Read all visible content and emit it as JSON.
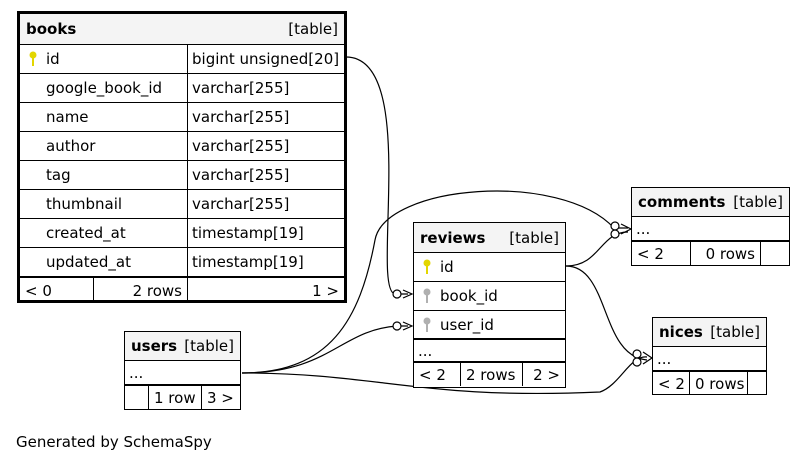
{
  "tables": {
    "books": {
      "name": "books",
      "kind": "[table]",
      "columns": [
        {
          "name": "id",
          "type": "bigint unsigned[20]",
          "key": "primary"
        },
        {
          "name": "google_book_id",
          "type": "varchar[255]",
          "key": ""
        },
        {
          "name": "name",
          "type": "varchar[255]",
          "key": ""
        },
        {
          "name": "author",
          "type": "varchar[255]",
          "key": ""
        },
        {
          "name": "tag",
          "type": "varchar[255]",
          "key": ""
        },
        {
          "name": "thumbnail",
          "type": "varchar[255]",
          "key": ""
        },
        {
          "name": "created_at",
          "type": "timestamp[19]",
          "key": ""
        },
        {
          "name": "updated_at",
          "type": "timestamp[19]",
          "key": ""
        }
      ],
      "footer": {
        "parents": "< 0",
        "rows": "2 rows",
        "children": "1 >"
      }
    },
    "reviews": {
      "name": "reviews",
      "kind": "[table]",
      "columns": [
        {
          "name": "id",
          "key": "primary"
        },
        {
          "name": "book_id",
          "key": "foreign"
        },
        {
          "name": "user_id",
          "key": "foreign"
        }
      ],
      "ellipsis": "...",
      "footer": {
        "parents": "< 2",
        "rows": "2 rows",
        "children": "2 >"
      }
    },
    "users": {
      "name": "users",
      "kind": "[table]",
      "ellipsis": "...",
      "footer": {
        "parents": "",
        "rows": "1 row",
        "children": "3 >"
      }
    },
    "comments": {
      "name": "comments",
      "kind": "[table]",
      "ellipsis": "...",
      "footer": {
        "parents": "< 2",
        "rows": "0 rows",
        "children": ""
      }
    },
    "nices": {
      "name": "nices",
      "kind": "[table]",
      "ellipsis": "...",
      "footer": {
        "parents": "< 2",
        "rows": "0 rows",
        "children": ""
      }
    }
  },
  "generated_by": "Generated by SchemaSpy",
  "colors": {
    "primary_key": "#e3d600",
    "foreign_key": "#b0b0b0",
    "header_bg": "#f4f4f4"
  }
}
